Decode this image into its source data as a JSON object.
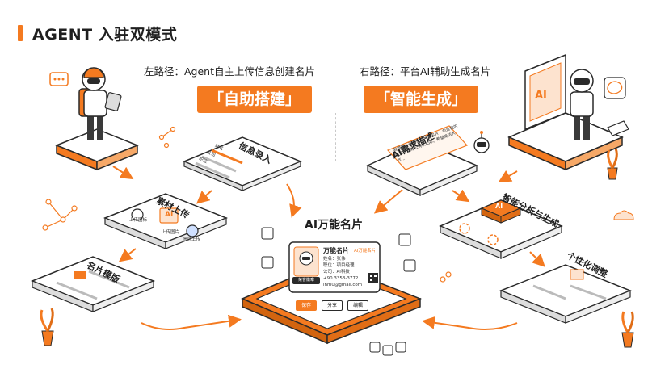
{
  "header": {
    "title": "AGENT 入驻双模式"
  },
  "left_path": {
    "label": "左路径：Agent自主上传信息创建名片",
    "mode": "「自助搭建」"
  },
  "right_path": {
    "label": "右路径：平台AI辅助生成名片",
    "mode": "「智能生成」"
  },
  "steps": {
    "info_entry": "信息录入",
    "material_upload": "素材上传",
    "card_template": "名片模版",
    "ai_requirement": "AI需求描述",
    "smart_analysis": "智能分析与生成",
    "personalize": "个性化调整",
    "center": "AI万能名片"
  },
  "info_form": {
    "field1": "姓名",
    "field2": "公司",
    "field3": "职位"
  },
  "material_icons": {
    "ai": "AI",
    "label1": "上传图标",
    "label2": "上传图片",
    "label3": "信息上传"
  },
  "ai_chat": {
    "text": "我想要一张专业的科技名片，包含我的联系方式和公司LOGO，希望简洁大气..."
  },
  "business_card": {
    "name": "万能名片",
    "brand": "AI万能名片",
    "line1": "姓名：张伟",
    "line2": "职位：项目经理",
    "line3": "公司：AI科技",
    "phone": "+90 3353-3772",
    "email": "inm0@gmail.com",
    "badge": "荣誉徽章"
  },
  "card_buttons": {
    "save": "保存",
    "share": "分享",
    "edit": "编辑"
  },
  "smart_chip": {
    "label": "AI"
  },
  "colors": {
    "accent": "#f47a20",
    "accent_light": "#fde3cf",
    "dark": "#2a2a2a",
    "gray": "#e6e6e6"
  }
}
